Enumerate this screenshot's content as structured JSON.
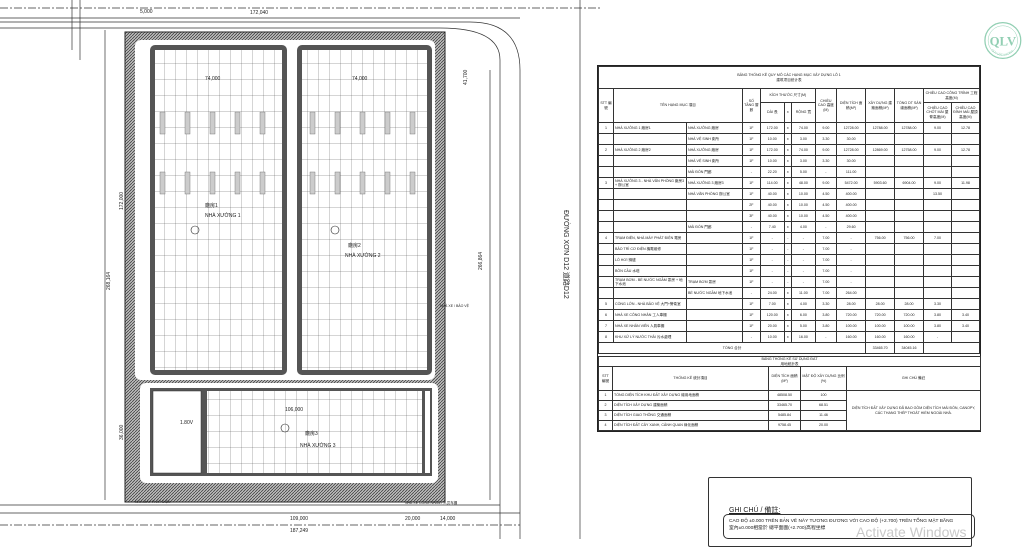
{
  "plan": {
    "dims": {
      "top_total": "172,040",
      "top_left": "5,000",
      "w1": "74,000",
      "w2": "74,000",
      "left_total": "268,164",
      "left_mid": "172,000",
      "right_total": "266,864",
      "right_top": "41,700",
      "bottom_w": "109,000",
      "bottom_total": "187,249",
      "bottom_a": "20,000",
      "bottom_b": "14,000",
      "b3_h": "36,000",
      "b3_w": "106,000"
    },
    "buildings": [
      "NHÀ XƯỞNG 1",
      "NHÀ XƯỞNG 2",
      "NHÀ XƯỞNG 3"
    ],
    "building_codes": [
      "廠房1",
      "廠房2",
      "廠房3"
    ],
    "labels": {
      "generator": "NHÀ MÁY PHÁT ĐIỆN",
      "parking": "NHÀ XE CÔNG NHÂN / 人员车棚",
      "guard": "NHÀ XE / BẢO VỆ",
      "room": "1.80V"
    },
    "road": "ĐƯỜNG XƠN D12    道路D12"
  },
  "table1": {
    "title": "BẢNG THỐNG KÊ QUY MÔ CÁC HẠNG MỤC XÂY DỰNG LÔ 1",
    "subtitle": "建筑项目统计表",
    "headers": {
      "stt": "STT 編號",
      "name": "TÊN HẠNG MỤC 項目",
      "floors": "SỐ TẦNG 層數",
      "size": "KÍCH THƯỚC 尺寸(M)",
      "len": "DÀI 長",
      "x": "x",
      "wid": "RỘNG 寬",
      "height": "CHIỀU CAO 高度(M)",
      "area": "DIỆN TÍCH 面積(M²)",
      "build": "XÂY DỰNG 建築面積(M²)",
      "floor_area": "TỔNG DT SÀN 總面積(M²)",
      "ht": "CHIỀU CAO CÔNG TRÌNH 工程高度(M)",
      "ht1": "CHIỀU CAO CHỐT MÁI 屋脊高度(M)",
      "ht2": "CHIỀU CAO ĐỈNH MÁI 屋頂高度(M)"
    },
    "rows": [
      [
        "1",
        "NHÀ XƯỞNG 1 廠房1",
        "NHÀ XƯỞNG 廠房",
        "1F",
        "172.00",
        "x",
        "74.00",
        "9.00",
        "12728.00",
        "12788.00",
        "12788.00",
        "9.00",
        "12.78"
      ],
      [
        "",
        "",
        "NHÀ VỆ SINH 廁所",
        "1F",
        "10.00",
        "x",
        "3.00",
        "3.30",
        "30.00",
        "",
        "",
        "",
        ""
      ],
      [
        "2",
        "NHÀ XƯỞNG 2 廠房2",
        "NHÀ XƯỞNG 廠房",
        "1F",
        "172.00",
        "x",
        "74.00",
        "9.00",
        "12728.00",
        "12869.00",
        "12758.00",
        "9.00",
        "12.78"
      ],
      [
        "",
        "",
        "NHÀ VỆ SINH 廁所",
        "1F",
        "10.00",
        "x",
        "3.00",
        "3.30",
        "30.00",
        "",
        "",
        "",
        ""
      ],
      [
        "",
        "",
        "MÁI ĐÓN 門廊",
        "-",
        "22.20",
        "x",
        "5.00",
        "-",
        "111.00",
        "",
        "",
        "",
        ""
      ],
      [
        "3",
        "NHÀ XƯỞNG 3 - NHÀ VĂN PHÒNG 廠房3 + 辦公室",
        "NHÀ XƯỞNG 3 廠房3",
        "1F",
        "114.00",
        "x",
        "48.00",
        "9.00",
        "5472.00",
        "5903.60",
        "6904.00",
        "9.00",
        "11.98"
      ],
      [
        "",
        "",
        "NHÀ VĂN PHÒNG 辦公室",
        "1F",
        "40.00",
        "x",
        "10.00",
        "4.50",
        "400.00",
        "",
        "",
        "13.50",
        ""
      ],
      [
        "",
        "",
        "",
        "2F",
        "40.00",
        "x",
        "10.00",
        "4.50",
        "400.00",
        "",
        "",
        "",
        ""
      ],
      [
        "",
        "",
        "",
        "3F",
        "40.00",
        "x",
        "10.00",
        "4.50",
        "400.00",
        "",
        "",
        "",
        ""
      ],
      [
        "",
        "",
        "MÁI ĐÓN 門廊",
        "-",
        "7.40",
        "x",
        "4.00",
        "-",
        "29.60",
        "",
        "",
        "",
        ""
      ],
      [
        "4",
        "TRẠM ĐIỆN, NHÀ MÁY PHÁT ĐIỆN 電房",
        "",
        "1F",
        "-",
        "-",
        "-",
        "7.00",
        "-",
        "756.00",
        "756.00",
        "7.00",
        ""
      ],
      [
        "",
        "BẢO TRÌ CƠ ĐIỆN 機電維修",
        "",
        "1F",
        "-",
        "-",
        "-",
        "7.00",
        "-",
        "",
        "",
        "",
        ""
      ],
      [
        "",
        "LÒ HƠI 鍋爐",
        "",
        "1F",
        "-",
        "-",
        "-",
        "7.00",
        "-",
        "",
        "",
        "",
        ""
      ],
      [
        "",
        "BỒN CẦU 水塔",
        "",
        "1F",
        "-",
        "-",
        "-",
        "7.00",
        "-",
        "",
        "",
        "",
        ""
      ],
      [
        "",
        "TRẠM BƠM - BỂ NƯỚC NGẦM 泵房 + 地下水池",
        "TRẠM BƠM 泵房",
        "1F",
        "-",
        "-",
        "-",
        "7.00",
        "-",
        "",
        "",
        "",
        ""
      ],
      [
        "",
        "",
        "BỂ NƯỚC NGẦM 地下水池",
        "-",
        "24.00",
        "x",
        "11.00",
        "7.00",
        "264.00",
        "",
        "",
        "",
        ""
      ],
      [
        "5",
        "CỔNG LỚN - NHÀ BẢO VỆ 大門+警衛室",
        "",
        "1F",
        "7.00",
        "x",
        "4.00",
        "3.30",
        "28.00",
        "28.00",
        "28.00",
        "3.30",
        ""
      ],
      [
        "6",
        "NHÀ XE CÔNG NHÂN 工人車棚",
        "",
        "1F",
        "120.00",
        "x",
        "6.00",
        "3.80",
        "720.00",
        "720.00",
        "720.00",
        "3.80",
        "3.40"
      ],
      [
        "7",
        "NHÀ XE NHÂN VIÊN 人員車棚",
        "",
        "1F",
        "20.00",
        "x",
        "5.00",
        "3.80",
        "100.00",
        "100.00",
        "100.00",
        "3.80",
        "3.40"
      ],
      [
        "8",
        "KHU XỬ LÝ NƯỚC THẢI 污水處理",
        "",
        "-",
        "10.00",
        "x",
        "16.00",
        "-",
        "160.00",
        "160.00",
        "160.00",
        "-",
        ""
      ]
    ],
    "total_label": "TỔNG 合計",
    "total_build": "33465.70",
    "total_floor": "34045.16"
  },
  "table2": {
    "title": "BẢNG THỐNG KÊ SỬ DỤNG ĐẤT",
    "subtitle": "用地統計表",
    "headers": {
      "stt": "STT 編號",
      "item": "THỐNG KÊ 統計項目",
      "area": "DIỆN TÍCH 面積 (M²)",
      "density": "MẬT ĐỘ XÂY DỰNG 比例 (%)",
      "note": "GHI CHÚ 備註"
    },
    "rows": [
      [
        "1",
        "TỔNG DIỆN TÍCH KHU ĐẤT XÂY DỰNG 總用地面積",
        "48508.50",
        "100"
      ],
      [
        "2",
        "DIỆN TÍCH XÂY DỰNG 建築面積",
        "33465.70",
        "68.51"
      ],
      [
        "3",
        "DIỆN TÍCH GIAO THÔNG 交通面積",
        "5485.84",
        "11.46"
      ],
      [
        "4",
        "DIỆN TÍCH ĐẤT CÂY XANH, CẢNH QUAN 綠化面積",
        "9758.45",
        "20.00"
      ]
    ],
    "note": "DIỆN TÍCH ĐẤT XÂY DỰNG ĐÃ BAO GỒM DIỆN TÍCH MÁI ĐÓN, CANOPY, CÁC THANG THÉP THOÁT HIỂM NGOÀI NHÀ."
  },
  "notes": {
    "heading": "GHI CHÚ / 備註:",
    "line1": "CAO ĐỘ ±0.000 TRÊN BẢN VẼ NÀY TƯƠNG ĐƯƠNG VỚI CAO ĐỘ (+2.700) TRÊN TỔNG MẶT BẰNG",
    "line2": "室內±0.000相當於 總平面圖(+2.700)高程坐標"
  },
  "logo": {
    "text": "QLV",
    "ring": "QUY LỘC VƯỢNG",
    "color": "#3aa876"
  },
  "watermark": "Activate Windows"
}
